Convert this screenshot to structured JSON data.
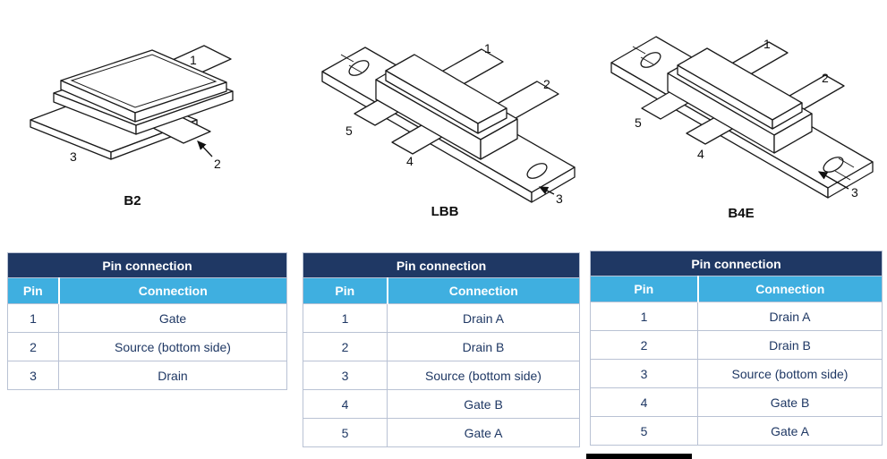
{
  "packages": [
    {
      "name": "B2",
      "pin_labels": [
        "1",
        "2",
        "3"
      ]
    },
    {
      "name": "LBB",
      "pin_labels": [
        "1",
        "2",
        "3",
        "4",
        "5"
      ]
    },
    {
      "name": "B4E",
      "pin_labels": [
        "1",
        "2",
        "3",
        "4",
        "5"
      ]
    }
  ],
  "tables": [
    {
      "title": "Pin connection",
      "columns": {
        "pin": "Pin",
        "connection": "Connection"
      },
      "rows": [
        {
          "pin": "1",
          "connection": "Gate"
        },
        {
          "pin": "2",
          "connection": "Source (bottom side)"
        },
        {
          "pin": "3",
          "connection": "Drain"
        }
      ]
    },
    {
      "title": "Pin connection",
      "columns": {
        "pin": "Pin",
        "connection": "Connection"
      },
      "rows": [
        {
          "pin": "1",
          "connection": "Drain A"
        },
        {
          "pin": "2",
          "connection": "Drain B"
        },
        {
          "pin": "3",
          "connection": "Source (bottom side)"
        },
        {
          "pin": "4",
          "connection": "Gate B"
        },
        {
          "pin": "5",
          "connection": "Gate A"
        }
      ]
    },
    {
      "title": "Pin connection",
      "columns": {
        "pin": "Pin",
        "connection": "Connection"
      },
      "rows": [
        {
          "pin": "1",
          "connection": "Drain A"
        },
        {
          "pin": "2",
          "connection": "Drain B"
        },
        {
          "pin": "3",
          "connection": "Source (bottom side)"
        },
        {
          "pin": "4",
          "connection": "Gate B"
        },
        {
          "pin": "5",
          "connection": "Gate A"
        }
      ]
    }
  ],
  "colors": {
    "header_navy": "#1f3864",
    "subheader_blue": "#3fafe0",
    "cell_text": "#1f3864",
    "table_border": "#b9c2d4",
    "line": "#1a1a1a"
  }
}
